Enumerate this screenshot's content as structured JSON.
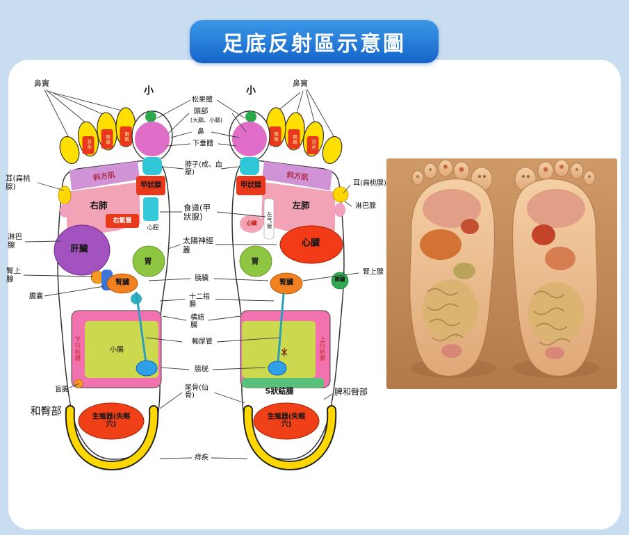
{
  "page": {
    "title": "足底反射區示意圖"
  },
  "top": {
    "sinus_left": "鼻竇",
    "small_left": "小",
    "small_right": "小",
    "sinus_right": "鼻竇"
  },
  "center": {
    "pineal": "松果體",
    "head_line1": "頭部",
    "head_line2": "(大腦、小腦)",
    "nose": "鼻",
    "pituitary": "下垂體",
    "neck": "脖子(成、血壓)",
    "esophagus": "食道(甲狀腺)",
    "solar_plexus": "太陽神經叢",
    "pancreas": "胰臟",
    "duodenum": "十二指腸",
    "transverse_colon": "橫結腸",
    "ureter": "輸尿管",
    "bladder": "膀胱",
    "coccyx": "尾骨(仙骨)",
    "hemorrhoids": "痔疾"
  },
  "left_outer": {
    "ear_tonsil": "耳(扁桃腺)",
    "lymph": "淋巴腺",
    "adrenal": "腎上腺",
    "gallbladder": "膽囊",
    "cecum": "盲腸",
    "hip": "和臀部"
  },
  "right_outer": {
    "ear_tonsil": "耳(扁桃腺)",
    "lymph": "淋巴腺",
    "adrenal": "腎上腺",
    "hip": "脾和臀部"
  },
  "left_foot": {
    "trapezius": "斜方肌",
    "thyroid": "甲狀腺",
    "lung": "右肺",
    "trachea": "右氣管",
    "heart_cavity": "心腔",
    "liver": "肝臟",
    "stomach": "胃",
    "kidney": "腎臟",
    "small_intestine": "小腸",
    "descending_colon": "下行結腸",
    "genital": "生殖器(失眠穴)",
    "toe_eye": "眼睛",
    "toe_ear": "耳朵"
  },
  "right_foot": {
    "thyroid": "甲狀腺",
    "trapezius": "斜方肌",
    "lung": "左肺",
    "trachea": "左气管",
    "heart_small": "心臟",
    "heart": "心臟",
    "stomach": "胃",
    "kidney": "腎臟",
    "spleen": "脾臟",
    "ascending_colon": "上行結腸",
    "sigmoid": "S狀結腸",
    "genital": "生殖器(失眠穴)",
    "toe_eye": "眼睛",
    "toe_ear": "耳朵"
  },
  "colors": {
    "page_background": "#c9ddf1",
    "card": "#ffffff",
    "banner_blue": "#1d7bd8",
    "toe_yellow": "#ffdf00",
    "zone_red": "#e8391c",
    "lung_pink": "#f2a3b6",
    "liver_purple": "#a353c0",
    "heart_red": "#f23c18",
    "kidney_orange": "#f08020",
    "intestine_green": "#ccd94e",
    "colon_pink": "#f272b0",
    "bladder_blue": "#2f9fe8",
    "photo_tan": "#c4905e"
  }
}
